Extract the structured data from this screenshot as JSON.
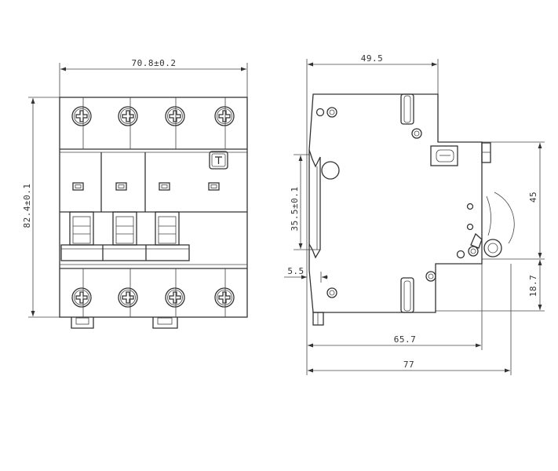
{
  "diagram": {
    "front_view": {
      "width_label": "70.8±0.2",
      "height_label": "82.4±0.1"
    },
    "side_view": {
      "top_width_label": "49.5",
      "rail_height_label": "35.5±0.1",
      "right_upper_label": "45",
      "left_small_label": "5.5",
      "right_lower_label": "18.7",
      "depth_label": "65.7",
      "overall_depth_label": "77"
    }
  }
}
